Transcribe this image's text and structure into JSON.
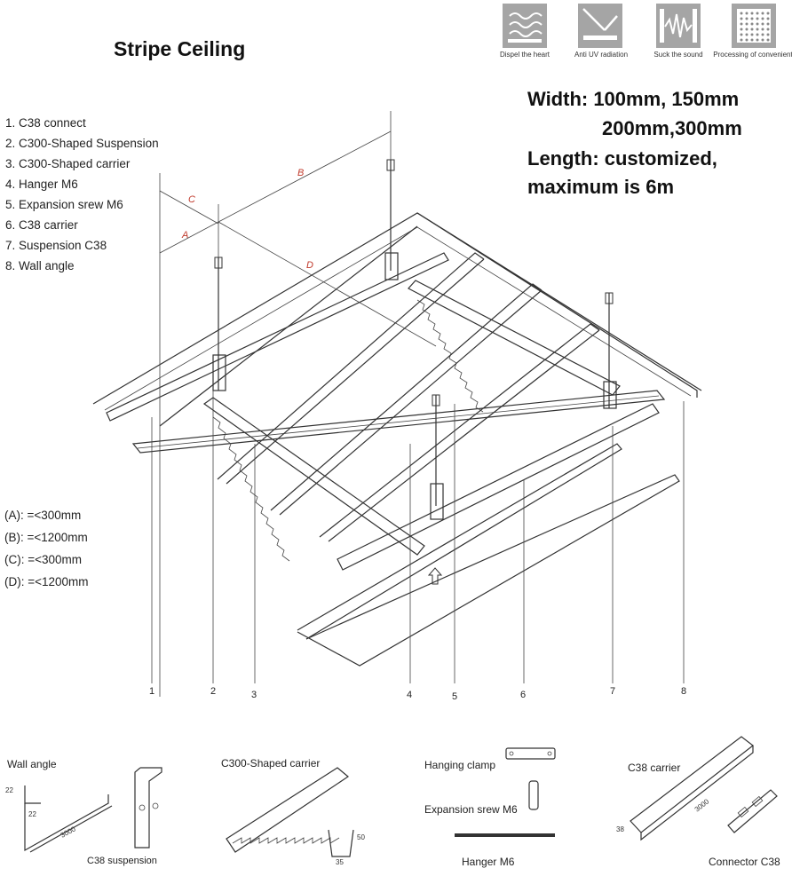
{
  "title": "Stripe Ceiling",
  "features": [
    {
      "icon": "wave-heat-icon",
      "label": "Dispel the heart"
    },
    {
      "icon": "uv-shield-icon",
      "label": "Anti UV radiation"
    },
    {
      "icon": "sound-wave-icon",
      "label": "Suck the sound"
    },
    {
      "icon": "grid-perforation-icon",
      "label": "Processing of convenient"
    }
  ],
  "spec": {
    "width_line1": "Width: 100mm, 150mm",
    "width_line2": "200mm,300mm",
    "length_line1": "Length: customized,",
    "length_line2": "maximum is 6m"
  },
  "legend": [
    "1. C38 connect",
    "2. C300-Shaped Suspension",
    "3. C300-Shaped carrier",
    "4. Hanger M6",
    "5. Expansion srew M6",
    "6. C38 carrier",
    "7. Suspension C38",
    "8. Wall angle"
  ],
  "dimensions": [
    "(A): =<300mm",
    "(B): =<1200mm",
    "(C): =<300mm",
    "(D): =<1200mm"
  ],
  "dim_letters": {
    "a": "A",
    "b": "B",
    "c": "C",
    "d": "D"
  },
  "callouts": [
    "1",
    "2",
    "3",
    "4",
    "5",
    "6",
    "7",
    "8"
  ],
  "parts": {
    "wall_angle": "Wall angle",
    "c38_suspension": "C38 suspension",
    "c300_carrier": "C300-Shaped carrier",
    "hanging_clamp": "Hanging clamp",
    "expansion_screw": "Expansion srew M6",
    "hanger": "Hanger M6",
    "c38_carrier": "C38 carrier",
    "connector": "Connector C38"
  },
  "part_dims": {
    "wa_h": "22",
    "wa_w": "22",
    "wa_len": "3000",
    "c300_h": "50",
    "c300_w": "35",
    "c38_h": "38",
    "c38_len": "3000"
  }
}
